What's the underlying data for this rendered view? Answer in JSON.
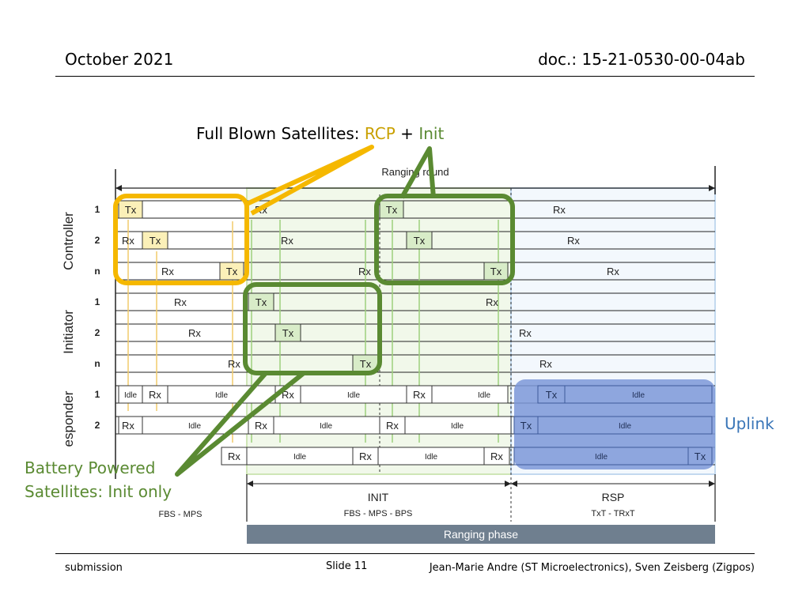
{
  "header": {
    "date": "October 2021",
    "doc": "doc.: 15-21-0530-00-04ab"
  },
  "footer": {
    "left": "submission",
    "center": "Slide 11",
    "right": "Jean-Marie Andre (ST Microelectronics), Sven Zeisberg (Zigpos)"
  },
  "callouts": {
    "top_prefix": "Full Blown Satellites: ",
    "rcp": "RCP",
    "plus": " + ",
    "init": "Init",
    "battery_line1": "Battery Powered",
    "battery_line2": "Satellites: Init only",
    "uplink": "Uplink"
  },
  "colors": {
    "rcp": "#c9a000",
    "init": "#5a8a32",
    "uplink": "#3a76b8",
    "yellow_box": "#f5b800",
    "green_box": "#5a8a32",
    "blue_box": "#7b98d8"
  },
  "diagram": {
    "title": "Ranging round",
    "groups": {
      "controller": "Controller",
      "initiator": "Initiator",
      "responder": "esponder"
    },
    "row_labels": [
      "1",
      "2",
      "n",
      "1",
      "2",
      "n",
      "1",
      "2"
    ],
    "cells": {
      "tx": "Tx",
      "rx": "Rx",
      "idle": "Idle",
      "idle_lc": "Idle",
      "rx_partial": "Rx",
      "rx_f": "Rx"
    },
    "phases": {
      "fbs_label": "FBS - MPS",
      "init": "INIT",
      "init_sub": "FBS - MPS - BPS",
      "rsp": "RSP",
      "rsp_sub": "TxT - TRxT",
      "ranging_phase": "Ranging phase"
    }
  }
}
